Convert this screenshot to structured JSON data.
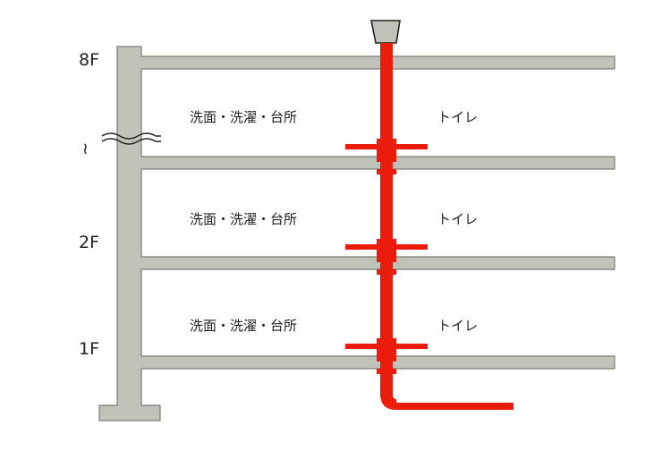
{
  "colors": {
    "structure": "#c0c3b9",
    "structure_stroke": "#7a7d74",
    "pipe": "#ec1c0c",
    "cap": "#c0c3b9",
    "text": "#222222"
  },
  "floors": [
    {
      "label": "8F",
      "left_room": "洗面・洗濯・台所",
      "right_room": "トイレ"
    },
    {
      "label": "2F",
      "left_room": "洗面・洗濯・台所",
      "right_room": "トイレ"
    },
    {
      "label": "1F",
      "left_room": "洗面・洗濯・台所",
      "right_room": "トイレ"
    }
  ],
  "break_mark": "≀",
  "icons": {
    "break_symbol": "wavy-break-icon",
    "vent_cap": "vent-cap-icon"
  }
}
